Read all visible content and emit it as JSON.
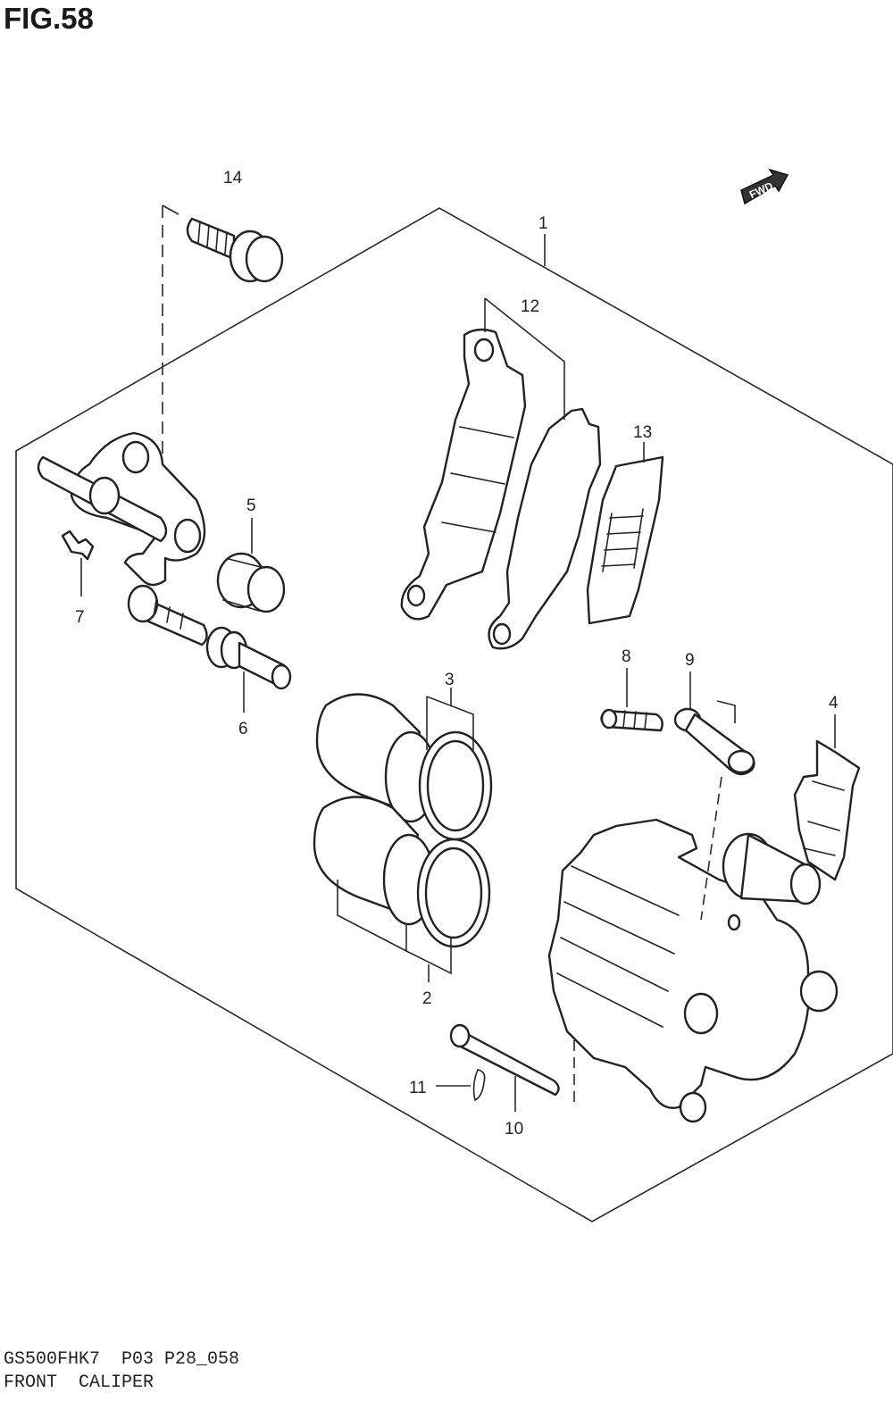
{
  "figure_label": "FIG.58",
  "fwd_badge": "FWD",
  "callouts": [
    "1",
    "2",
    "3",
    "4",
    "5",
    "6",
    "7",
    "8",
    "9",
    "10",
    "11",
    "12",
    "13",
    "14"
  ],
  "footer": {
    "model_code": "GS500FHK7  P03 P28_058",
    "section_name": "FRONT  CALIPER"
  }
}
